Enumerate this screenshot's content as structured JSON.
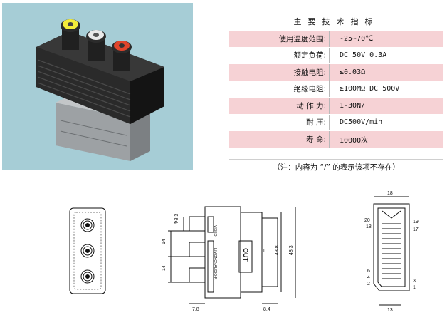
{
  "spec_table": {
    "title": "主要技术指标",
    "rows": [
      {
        "label": "使用温度范围:",
        "value": "-25~70℃"
      },
      {
        "label": "额定负荷:",
        "value": "DC 50V 0.3A"
      },
      {
        "label": "接触电阻:",
        "value": "≤0.03Ω"
      },
      {
        "label": "绝缘电阻:",
        "value": "≥100MΩ DC 500V"
      },
      {
        "label": "动 作 力:",
        "value": "1-30N/"
      },
      {
        "label": "耐    压:",
        "value": "DC500V/min"
      },
      {
        "label": "寿    命:",
        "value": "10000次"
      }
    ],
    "note": "（注：内容为 “/” 的表示该项不存在）"
  },
  "drawing": {
    "side_view": {
      "dim_top": "Φ8.3",
      "dim_pitch_1": "14",
      "dim_pitch_2": "14",
      "dim_left": "7.8",
      "dim_bottom": "8.4",
      "dim_height_inner": "43.8",
      "dim_height_outer": "48.3",
      "label_video": "VIDEO",
      "label_audio": "L(MONO)-AUDIO-R",
      "label_out": "OUT",
      "pin_mark": "II"
    },
    "pin_view": {
      "dim_top": "18",
      "dim_bottom": "13",
      "left_top_numbers": [
        "20",
        "18"
      ],
      "right_top_numbers": [
        "19",
        "17"
      ],
      "left_bottom_numbers": [
        "6",
        "4",
        "2"
      ],
      "right_bottom_numbers": [
        "3",
        "1"
      ]
    }
  },
  "colors": {
    "photo_background": "#a6cdd6",
    "row_pink": "#f6d2d5",
    "rca_yellow": "#f2ec3a",
    "rca_white": "#e9e9e9",
    "rca_red": "#e0452c"
  }
}
